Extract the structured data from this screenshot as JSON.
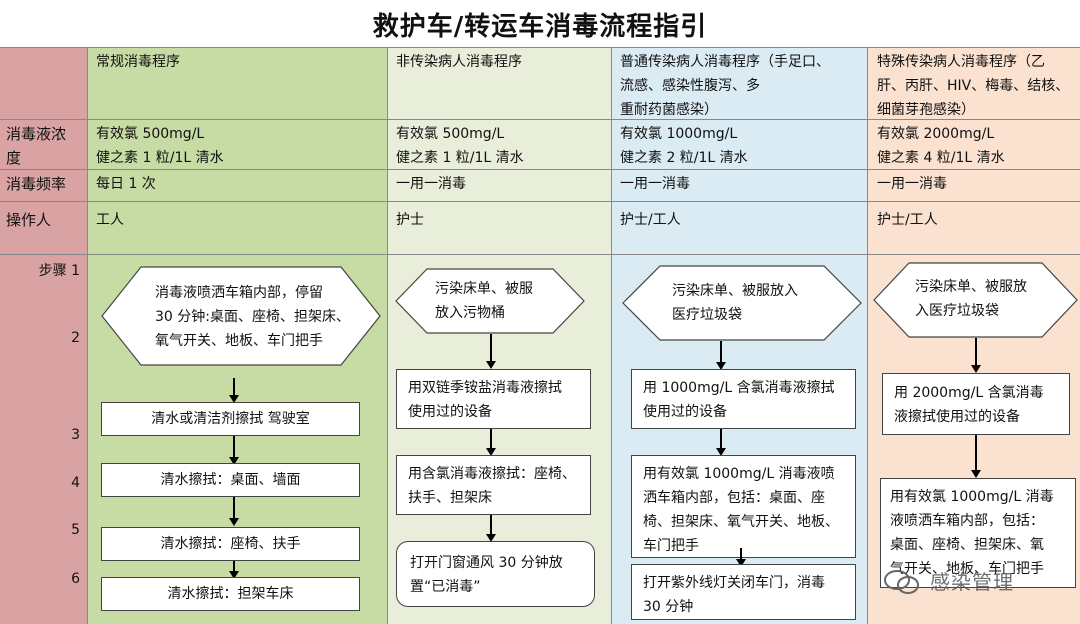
{
  "title": "救护车/转运车消毒流程指引",
  "headers": [
    "常规消毒程序",
    "非传染病人消毒程序",
    "普通传染病人消毒程序（手足口、\n流感、感染性腹泻、多\n重耐药菌感染）",
    "特殊传染病人消毒程序（乙\n肝、丙肝、HIV、梅毒、结核、\n细菌芽孢感染）"
  ],
  "rows": {
    "concentration": {
      "label": "消毒液浓\n度",
      "values": [
        "有效氯 500mg/L\n健之素 1 粒/1L 清水",
        "有效氯 500mg/L\n健之素 1 粒/1L 清水",
        "有效氯 1000mg/L\n健之素 2 粒/1L 清水",
        "有效氯 2000mg/L\n健之素 4 粒/1L 清水"
      ]
    },
    "frequency": {
      "label": "消毒频率",
      "values": [
        "每日 1 次",
        "一用一消毒",
        "一用一消毒",
        "一用一消毒"
      ]
    },
    "operator": {
      "label": "操作人",
      "values": [
        "工人",
        "护士",
        "护士/工人",
        "护士/工人"
      ]
    }
  },
  "steps": {
    "label_1": "步骤 1",
    "label_2": "2",
    "label_3": "3",
    "label_4": "4",
    "label_5": "5",
    "label_6": "6"
  },
  "flows": {
    "routine": {
      "start": "消毒液喷洒车箱内部，停留\n30 分钟:桌面、座椅、担架床、\n氧气开关、地板、车门把手",
      "s3": "清水或清洁剂擦拭 驾驶室",
      "s4": "清水擦拭：桌面、墙面",
      "s5": "清水擦拭：座椅、扶手",
      "s6": "清水擦拭：担架车床"
    },
    "non_infectious": {
      "start": "污染床单、被服\n放入污物桶",
      "s2": "用双链季铵盐消毒液擦拭\n使用过的设备",
      "s3": "用含氯消毒液擦拭：座椅、\n扶手、担架床",
      "s4": "打开门窗通风 30 分钟放\n置“已消毒”"
    },
    "common_infectious": {
      "start": "污染床单、被服放入\n医疗垃圾袋",
      "s2": "用 1000mg/L 含氯消毒液擦拭\n使用过的设备",
      "s3": "用有效氯 1000mg/L 消毒液喷\n洒车箱内部，包括：桌面、座\n椅、担架床、氧气开关、地板、\n车门把手",
      "s4": "打开紫外线灯关闭车门，消毒\n30 分钟"
    },
    "special_infectious": {
      "start": "污染床单、被服放\n入医疗垃圾袋",
      "s2": "用  2000mg/L  含氯消毒\n液擦拭使用过的设备",
      "s3": "用有效氯 1000mg/L 消毒\n液喷洒车箱内部，包括：\n桌面、座椅、担架床、氧\n气开关、地板、车门把手"
    }
  },
  "watermark": "感染管理",
  "colors": {
    "label_col": "#d9a3a3",
    "routine_col": "#c7dba4",
    "non_infectious_col": "#e8eed9",
    "common_infectious_col": "#dbebf3",
    "special_infectious_col": "#fbe2d0"
  }
}
